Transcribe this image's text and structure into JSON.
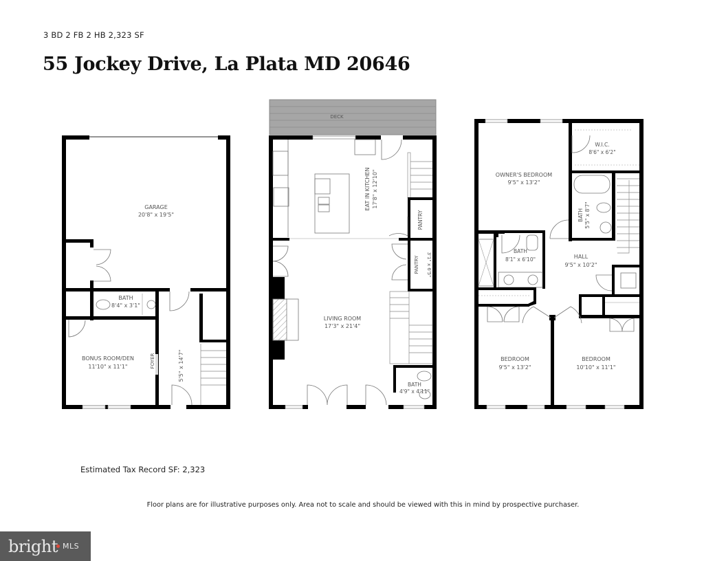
{
  "header": {
    "summary": "3 BD 2 FB 2 HB 2,323 SF",
    "address": "55 Jockey Drive, La Plata MD 20646"
  },
  "plans": {
    "lower_level": {
      "rooms": [
        {
          "name": "GARAGE",
          "dims": "20'8\" x 19'5\""
        },
        {
          "name": "BATH",
          "dims": "8'4\" x 3'1\""
        },
        {
          "name": "BONUS ROOM/DEN",
          "dims": "11'10\" x 11'1\""
        },
        {
          "name": "FOYER",
          "dims": "5'5\" x 14'7\""
        }
      ]
    },
    "main_level": {
      "rooms": [
        {
          "name": "DECK",
          "dims": ""
        },
        {
          "name": "EAT IN KITCHEN",
          "dims": "17'8\" x 12'10\""
        },
        {
          "name": "PANTRY",
          "dims": ""
        },
        {
          "name": "PANTRY",
          "dims": "3'1\" x 6'5\""
        },
        {
          "name": "LIVING ROOM",
          "dims": "17'3\" x 21'4\""
        },
        {
          "name": "BATH",
          "dims": "4'9\" x 4'11\""
        }
      ]
    },
    "upper_level": {
      "rooms": [
        {
          "name": "OWNER'S BEDROOM",
          "dims": "9'5\" x 13'2\""
        },
        {
          "name": "W.I.C.",
          "dims": "8'6\" x 6'2\""
        },
        {
          "name": "BATH",
          "dims": "5'5\" x 8'7\""
        },
        {
          "name": "BATH",
          "dims": "8'1\" x 6'10\""
        },
        {
          "name": "HALL",
          "dims": "9'5\" x 10'2\""
        },
        {
          "name": "BEDROOM",
          "dims": "9'5\" x 13'2\""
        },
        {
          "name": "BEDROOM",
          "dims": "10'10\" x 11'1\""
        }
      ]
    }
  },
  "footer": {
    "tax_record": "Estimated Tax Record SF: 2,323",
    "disclaimer": "Floor plans are for illustrative purposes only. Area not to scale and should be viewed with this in mind by prospective purchaser.",
    "brand_main": "bright",
    "brand_sub": "MLS"
  },
  "colors": {
    "wall": "#000000",
    "deck": "#a6a6a6",
    "label": "#555555",
    "brand_bg": "#5a5a5a",
    "brand_accent": "#e0493a"
  }
}
